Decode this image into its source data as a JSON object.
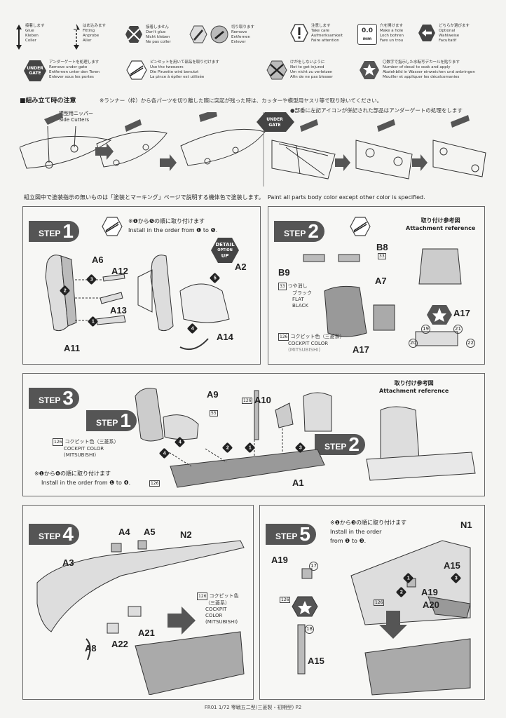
{
  "legend": {
    "glue": {
      "jp": "接着します",
      "l1": "Glue",
      "l2": "Kleben",
      "l3": "Coller"
    },
    "fitting": {
      "jp": "はめ込みます",
      "l1": "Fitting",
      "l2": "Anprobe",
      "l3": "Aller"
    },
    "dont_glue": {
      "jp": "接着しません",
      "l1": "Don't glue",
      "l2": "Nicht kleben",
      "l3": "Ne pas coller"
    },
    "remove": {
      "jp": "切り取ります",
      "l1": "Remove",
      "l2": "Entfernen",
      "l3": "Enlever"
    },
    "take_care": {
      "jp": "注意します",
      "l1": "Take care",
      "l2": "Aufmerksamkeit",
      "l3": "Faire attention"
    },
    "hole": {
      "jp": "穴を開けます",
      "l1": "Make a hole",
      "l2": "Loch bohren",
      "l3": "Fare un trou",
      "icon_text": "0.0",
      "icon_unit": "mm"
    },
    "optional": {
      "jp": "どちらか選びます",
      "l1": "Optional",
      "l2": "Wahlweise",
      "l3": "Facultatif"
    },
    "under_gate": {
      "jp": "アンダーゲートを処理します",
      "l1": "Remove under gate",
      "l2": "Entfernen unter den Toren",
      "l3": "Enlever sous les portes",
      "icon_text1": "UNDER",
      "icon_text2": "GATE"
    },
    "tweezers": {
      "jp": "ピンセットを用いて部品を取り付けます",
      "l1": "Use the tweezers",
      "l2": "Die Pinzette wird benutzt",
      "l3": "La pince à épiler est utilisée"
    },
    "injured": {
      "jp": "けがをしないように",
      "l1": "Not to get injured",
      "l2": "Um nicht zu verletzen",
      "l3": "Afin de ne pas blesser"
    },
    "decal": {
      "jp": "〇数字で指示した水転写デカールを貼ります",
      "l1": "Number of decal to soak and apply",
      "l2": "Abziehbild in Wasser einweichen und anbringen",
      "l3": "Mouiller et appliquer les décalcomanies"
    }
  },
  "caution": {
    "title": "■組み立て時の注意",
    "text": "※ランナー（枠）から各パーツを切り離した際に突起が残った時は、カッターや模型用ヤスリ等で取り除いてください。",
    "cutter_jp": "模型用ニッパー",
    "cutter_en": "Side Cutters",
    "gate_note": "●部番に左記アイコンが併記された部品はアンダーゲートの処理をします",
    "paint_note": "組立図中で塗装指示の無いものは「塗装とマーキング」ページで説明する機体色で塗装します。",
    "paint_note_en": "Paint all parts body color except other color is specified."
  },
  "step1": {
    "step_word": "STEP",
    "num": "1",
    "order_jp": "※❶から❺の順に取り付けます",
    "order_en": "Install in the order from ❶ to ❺.",
    "detail": "DETAIL",
    "option": "OPTION",
    "up": "UP",
    "parts": [
      "A6",
      "A12",
      "A13",
      "A11",
      "A2",
      "A14"
    ]
  },
  "step2": {
    "step_word": "STEP",
    "num": "2",
    "ref_jp": "取り付け参考図",
    "ref_en": "Attachment reference",
    "parts": [
      "B8",
      "B9",
      "A7",
      "A17",
      "A17"
    ],
    "b8_color": "33",
    "flat_color_code": "33",
    "flat_jp1": "つや消し",
    "flat_jp2": "ブラック",
    "flat_en1": "FLAT",
    "flat_en2": "BLACK",
    "cockpit_code": "126",
    "cockpit_jp": "コクピット色（三菱系）",
    "cockpit_en1": "COCKPIT COLOR",
    "cockpit_en2": "(MITSUBISHI)",
    "decals": [
      "19",
      "20",
      "21",
      "22"
    ]
  },
  "step3": {
    "step_word": "STEP",
    "num": "3",
    "sub1": "1",
    "sub2": "2",
    "parts": [
      "A9",
      "A10",
      "A1"
    ],
    "codes": [
      "126",
      "55",
      "126"
    ],
    "cockpit_jp": "コクピット色（三菱系）",
    "cockpit_en1": "COCKPIT COLOR",
    "cockpit_en2": "(MITSUBISHI)",
    "order_jp": "※❶から❹の順に取り付けます",
    "order_en": "Install in the order from ❶ to ❹.",
    "ref_jp": "取り付け参考図",
    "ref_en": "Attachment reference"
  },
  "step4": {
    "step_word": "STEP",
    "num": "4",
    "parts": [
      "A4",
      "A5",
      "N2",
      "A3",
      "A22",
      "A21",
      "A8"
    ],
    "cockpit_code": "126",
    "cockpit_jp1": "コクピット色",
    "cockpit_jp2": "（三菱系）",
    "cockpit_en1": "COCKPIT",
    "cockpit_en2": "COLOR",
    "cockpit_en3": "(MITSUBISHI)"
  },
  "step5": {
    "step_word": "STEP",
    "num": "5",
    "order_jp": "※❶から❸の順に取り付けます",
    "order_en1": "Install in the order",
    "order_en2": "from ❶ to ❸.",
    "parts": [
      "N1",
      "A19",
      "A15",
      "A19",
      "A20",
      "A15"
    ],
    "decals": [
      "17",
      "18"
    ],
    "codes": [
      "126",
      "126"
    ]
  },
  "footer": "FR01 1/72 零戦五二型(三菱製・初期型) P2",
  "colors": {
    "badge": "#555555",
    "panel_border": "#666666",
    "ink": "#222222",
    "paper": "#f4f4f2"
  }
}
